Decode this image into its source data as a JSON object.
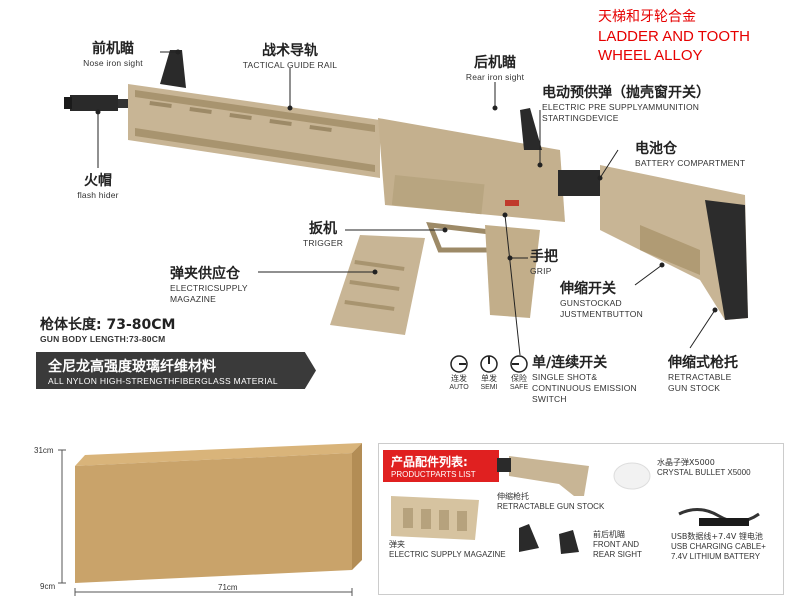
{
  "material_title": {
    "line1": "天梯和牙轮合金",
    "line2": "LADDER AND TOOTH",
    "line3": "WHEEL ALLOY"
  },
  "callouts": {
    "front_sight": {
      "cn": "前机瞄",
      "en": "Nose iron sight"
    },
    "tactical_rail": {
      "cn": "战术导轨",
      "en": "TACTICAL GUIDE RAIL"
    },
    "rear_sight": {
      "cn": "后机瞄",
      "en": "Rear iron sight"
    },
    "electric_pre": {
      "cn": "电动预供弹（抛壳窗开关）",
      "en1": "ELECTRIC PRE SUPPLYAMMUNITION",
      "en2": "STARTINGDEVICE"
    },
    "flash_hider": {
      "cn": "火帽",
      "en": "flash hider"
    },
    "battery": {
      "cn": "电池仓",
      "en": "BATTERY COMPARTMENT"
    },
    "trigger": {
      "cn": "扳机",
      "en": "TRIGGER"
    },
    "grip": {
      "cn": "手把",
      "en": "GRIP"
    },
    "magazine": {
      "cn": "弹夹供应仓",
      "en1": "ELECTRICSUPPLY",
      "en2": "MAGAZINE"
    },
    "stock_button": {
      "cn": "伸缩开关",
      "en1": "GUNSTOCKAD",
      "en2": "JUSTMENTBUTTON"
    },
    "fire_mode": {
      "cn": "单/连续开关",
      "en1": "SINGLE SHOT&",
      "en2": "CONTINUOUS EMISSION",
      "en3": "SWITCH"
    },
    "retract_stock": {
      "cn": "伸缩式枪托",
      "en1": "RETRACTABLE",
      "en2": "GUN STOCK"
    }
  },
  "length": {
    "cn": "枪体长度: 73-80CM",
    "en": "GUN BODY LENGTH:73-80CM"
  },
  "banner": {
    "cn": "全尼龙高强度玻璃纤维材料",
    "en": "ALL NYLON HIGH-STRENGTHFIBERGLASS MATERIAL"
  },
  "fire_modes": [
    {
      "cn": "连发",
      "en": "AUTO"
    },
    {
      "cn": "单发",
      "en": "SEMI"
    },
    {
      "cn": "保险",
      "en": "SAFE"
    }
  ],
  "box_dims": {
    "height": "31cm",
    "depth": "9cm",
    "length": "71cm"
  },
  "accessories": {
    "header_cn": "产品配件列表:",
    "header_en": "PRODUCTPARTS LIST",
    "stock": {
      "cn": "伸缩枪托",
      "en": "RETRACTABLE GUN STOCK"
    },
    "bullets": {
      "cn": "水晶子弹X5000",
      "en": "CRYSTAL BULLET X5000"
    },
    "magazine": {
      "cn": "弹夹",
      "en": "ELECTRIC SUPPLY MAGAZINE"
    },
    "sights": {
      "cn": "前后机瞄",
      "en1": "FRONT AND",
      "en2": "REAR SIGHT"
    },
    "cable": {
      "cn": "USB数据线+7.4V 锂电池",
      "en1": "USB CHARGING CABLE+",
      "en2": "7.4V LITHIUM BATTERY"
    }
  },
  "colors": {
    "tan": "#c8b595",
    "tan_dark": "#a8946f",
    "metal": "#2a2a2a",
    "accent": "#e60000",
    "box": "#c9a36a"
  }
}
